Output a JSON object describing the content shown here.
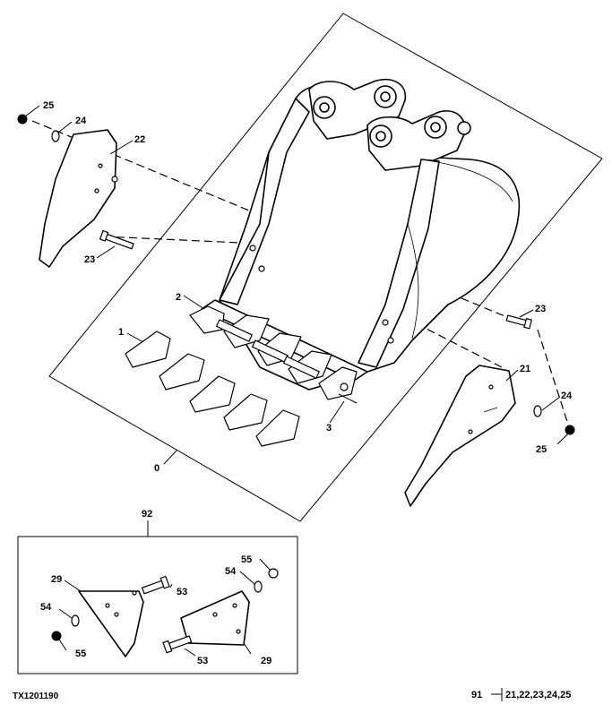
{
  "figure": {
    "id_label": "TX1201190"
  },
  "callouts": {
    "assembly": "0",
    "tooth": "1",
    "adapter": "2",
    "pin": "3",
    "side_cutter_left": "22",
    "side_cutter_right": "21",
    "bolt_left": "23",
    "bolt_right": "23",
    "washer_left": "24",
    "washer_right": "24",
    "nut_left": "25",
    "nut_right": "25",
    "kit": "92",
    "plate_left": "29",
    "plate_right": "29",
    "bolt_kit_left": "53",
    "bolt_kit_right": "53",
    "washer_kit_left": "54",
    "washer_kit_right": "54",
    "nut_kit_left": "55",
    "nut_kit_right": "55"
  },
  "kit_reference": {
    "number": "91",
    "parts": "21,22,23,24,25"
  }
}
